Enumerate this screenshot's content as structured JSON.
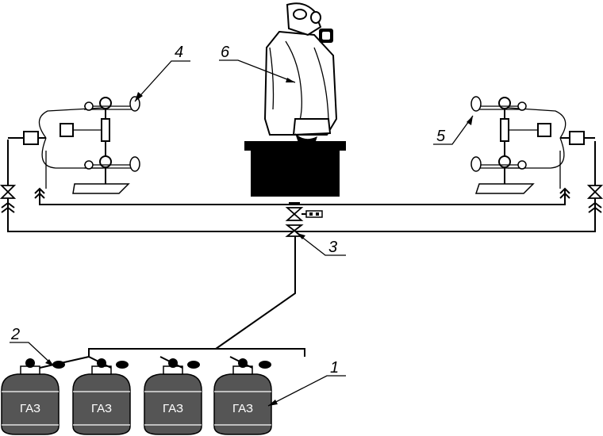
{
  "labels": {
    "gas_cylinders": "1",
    "cylinder_valve": "2",
    "main_valve": "3",
    "burner_left": "4",
    "burner_right": "5",
    "operator": "6"
  },
  "cylinder_text": "ГАЗ",
  "cylinder_count": 4
}
